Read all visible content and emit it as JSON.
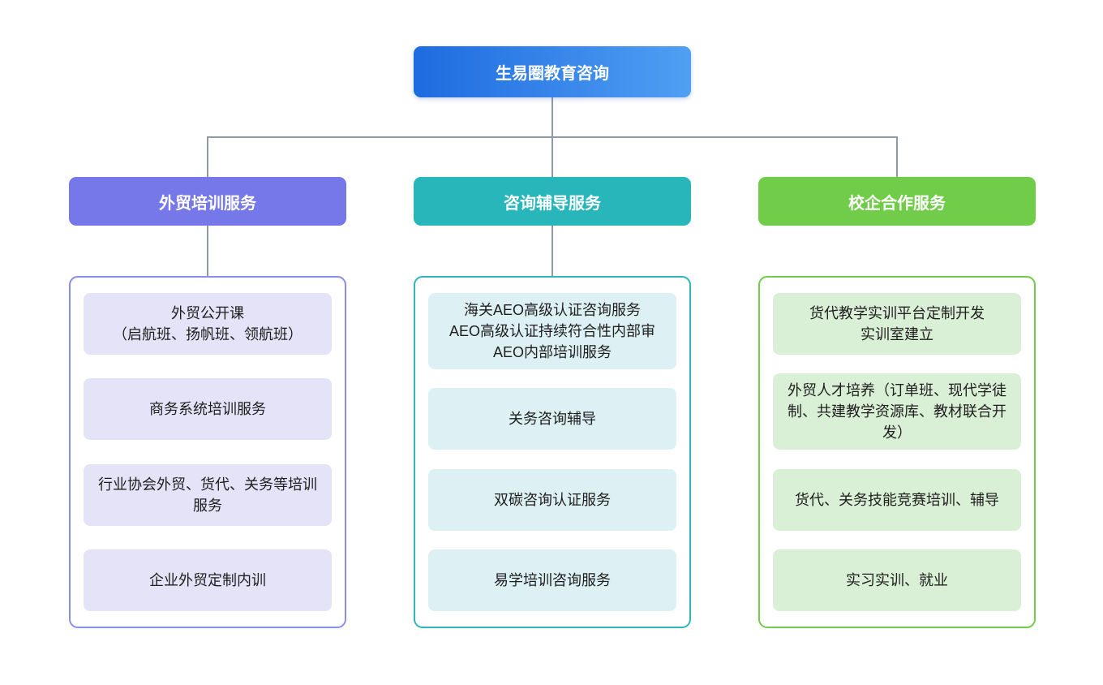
{
  "diagram": {
    "root": {
      "label": "生易圈教育咨询",
      "gradient_start": "#1E6BE0",
      "gradient_end": "#4F9FF3"
    },
    "connector_color": "#8F99A7",
    "branches": [
      {
        "label": "外贸培训服务",
        "accent": "#7678E9",
        "item_bg": "#E4E3F8",
        "items": [
          "外贸公开课\n（启航班、扬帆班、领航班）",
          "商务系统培训服务",
          "行业协会外贸、货代、关务等培训服务",
          "企业外贸定制内训"
        ]
      },
      {
        "label": "咨询辅导服务",
        "accent": "#29B6BA",
        "item_bg": "#DDF0F3",
        "items": [
          "海关AEO高级认证咨询服务\nAEO高级认证持续符合性内部审\nAEO内部培训服务",
          "关务咨询辅导",
          "双碳咨询认证服务",
          "易学培训咨询服务"
        ]
      },
      {
        "label": "校企合作服务",
        "accent": "#70CC49",
        "item_bg": "#DAF0D6",
        "items": [
          "货代教学实训平台定制开发\n实训室建立",
          "外贸人才培养（订单班、现代学徒制、共建教学资源库、教材联合开发）",
          "货代、关务技能竞赛培训、辅导",
          "实习实训、就业"
        ]
      }
    ]
  }
}
